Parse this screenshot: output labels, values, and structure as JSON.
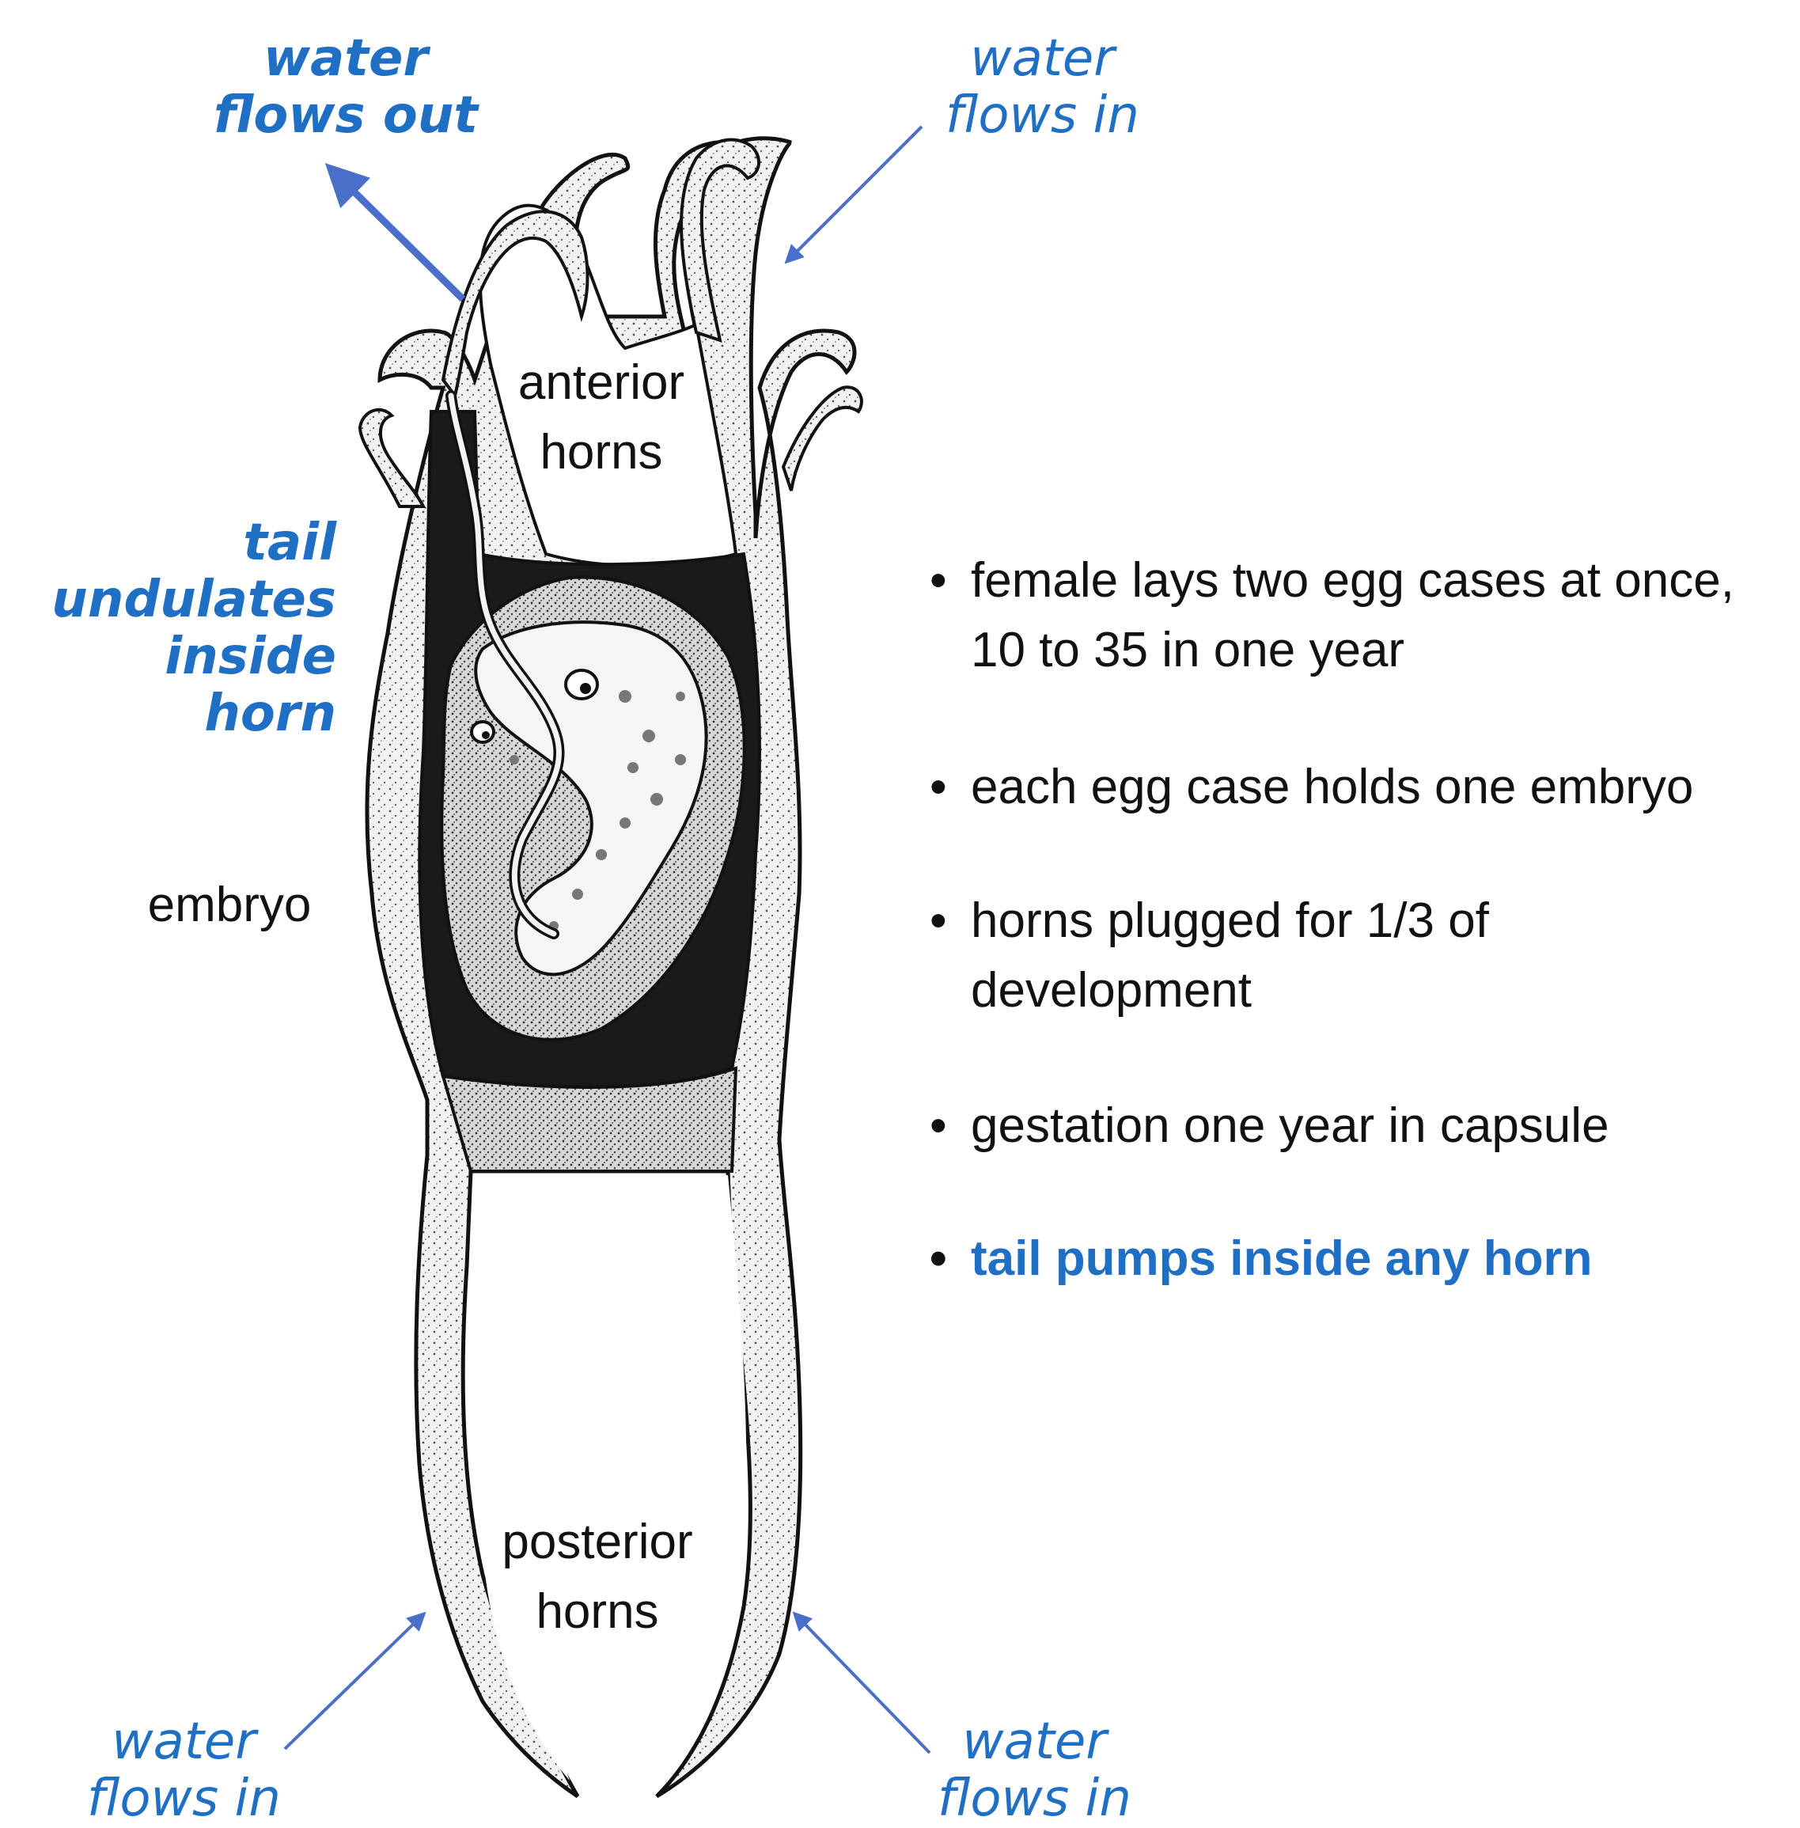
{
  "colors": {
    "accent": "#1f6fc4",
    "ink": "#111111"
  },
  "labels": {
    "top_left": [
      "water",
      "flows out"
    ],
    "top_right": [
      "water",
      "flows in"
    ],
    "tail": [
      "tail",
      "undulates",
      "inside horn"
    ],
    "anterior": [
      "anterior",
      "horns"
    ],
    "embryo": "embryo",
    "posterior": [
      "posterior",
      "horns"
    ],
    "bottom_left": [
      "water",
      "flows in"
    ],
    "bottom_right": [
      "water",
      "flows in"
    ]
  },
  "bullets": [
    {
      "lines": [
        "female lays two egg cases at once,",
        "10 to 35 in one year"
      ]
    },
    {
      "lines": [
        "each egg  case holds one embryo"
      ]
    },
    {
      "lines": [
        "horns  plugged for 1/3 of",
        "development"
      ]
    },
    {
      "lines": [
        "gestation one year in capsule"
      ]
    },
    {
      "lines": [
        "tail pumps inside any horn"
      ],
      "highlight": true
    }
  ],
  "bullet_symbol": "•"
}
